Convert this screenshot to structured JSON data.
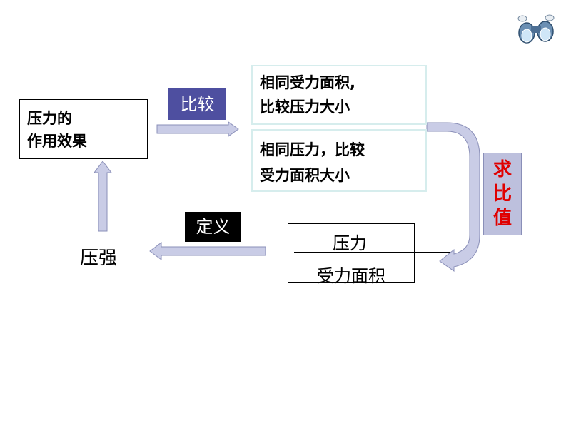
{
  "diagram": {
    "effect_box": {
      "line1": "压力的",
      "line2": "作用效果"
    },
    "compare_label": "比较",
    "same_area_box": {
      "line1": "相同受力面积,",
      "line2": "比较压力大小"
    },
    "same_force_box": {
      "line1": "相同压力，比较",
      "line2": "受力面积大小"
    },
    "ratio_label": [
      "求",
      "比",
      "值"
    ],
    "ratio_box": {
      "numerator": "压力",
      "denominator": "受力面积"
    },
    "define_label": "定义",
    "pressure_text": "压强"
  },
  "colors": {
    "compare_label_bg": "#4e4fa0",
    "define_label_bg": "#000000",
    "ratio_label_bg": "#bdc0dd",
    "ratio_label_text": "#e00000",
    "arrow_fill": "#c9cce6",
    "arrow_stroke": "#8a8fb8"
  },
  "icons": {
    "top_right": "binoculars-icon"
  }
}
